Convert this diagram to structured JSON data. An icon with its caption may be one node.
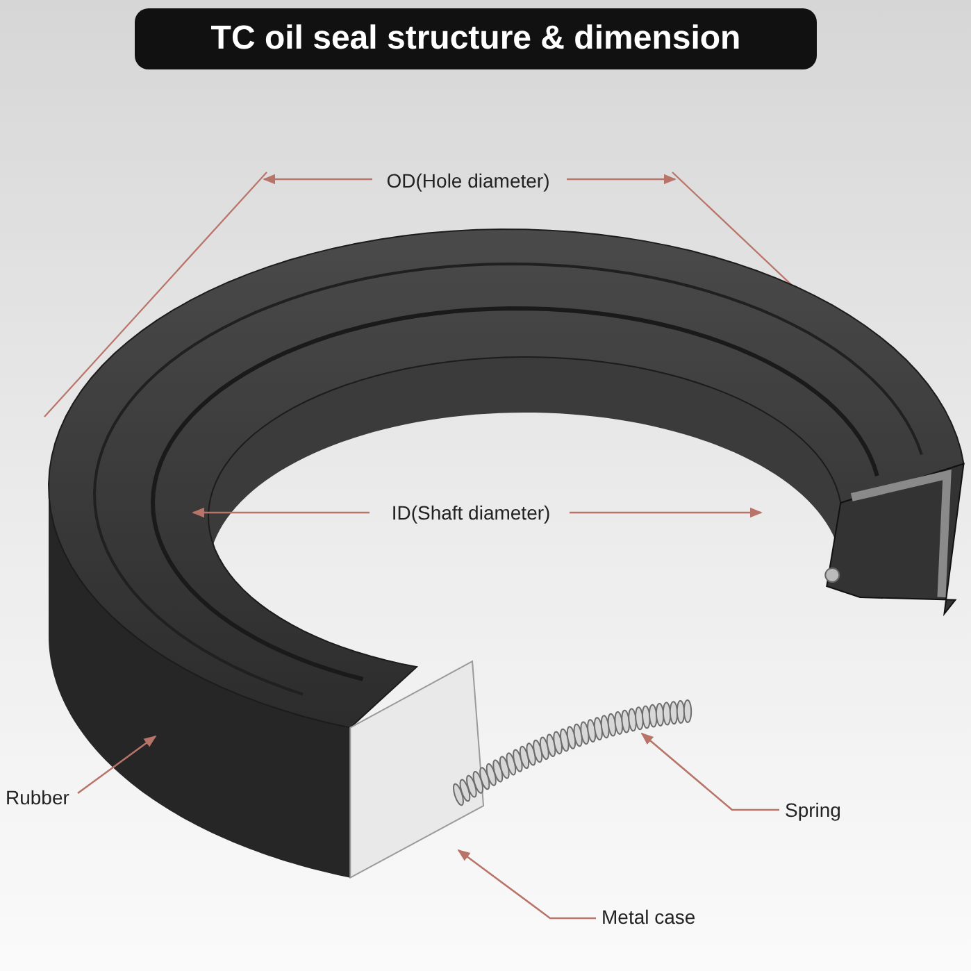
{
  "diagram": {
    "title": "TC oil seal structure & dimension",
    "nodes": [
      {
        "text": [
          "Rubber"
        ]
      },
      {
        "text": [],
        "shape": "picture"
      },
      {
        "text": [],
        "shape": "picture"
      },
      {
        "text": [
          "Spring"
        ]
      },
      {
        "text": [],
        "shape": "picture"
      },
      {
        "text": [
          "Metal case"
        ]
      }
    ],
    "edges": [
      {
        "from": 0,
        "to": 1,
        "arrow": "to"
      },
      {
        "from": 3,
        "to": 2,
        "arrow": "to"
      },
      {
        "from": 5,
        "to": 4,
        "arrow": "to"
      }
    ],
    "labels": [
      "OD(Hole diameter)",
      "ID(Shaft diameter)"
    ]
  }
}
